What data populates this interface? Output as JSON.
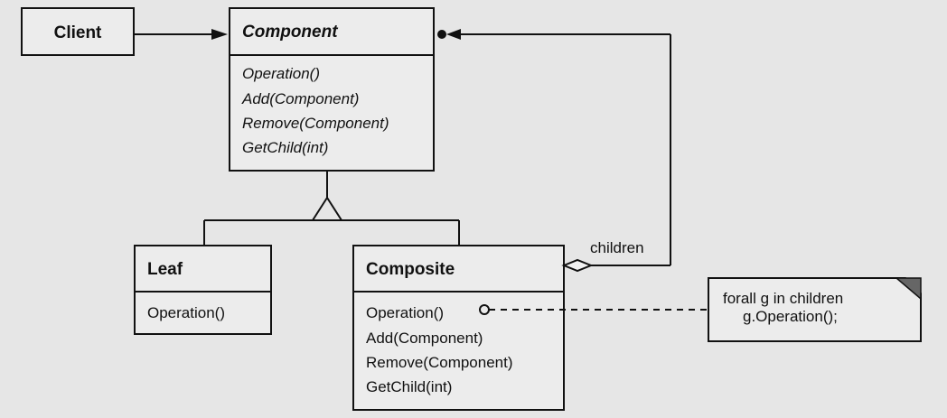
{
  "client": {
    "title": "Client"
  },
  "component": {
    "title": "Component",
    "methods": [
      "Operation()",
      "Add(Component)",
      "Remove(Component)",
      "GetChild(int)"
    ]
  },
  "leaf": {
    "title": "Leaf",
    "methods": [
      "Operation()"
    ]
  },
  "composite": {
    "title": "Composite",
    "methods": [
      "Operation()",
      "Add(Component)",
      "Remove(Component)",
      "GetChild(int)"
    ]
  },
  "association": {
    "children_label": "children"
  },
  "note": {
    "lines": [
      "forall g in children",
      "g.Operation();"
    ]
  }
}
